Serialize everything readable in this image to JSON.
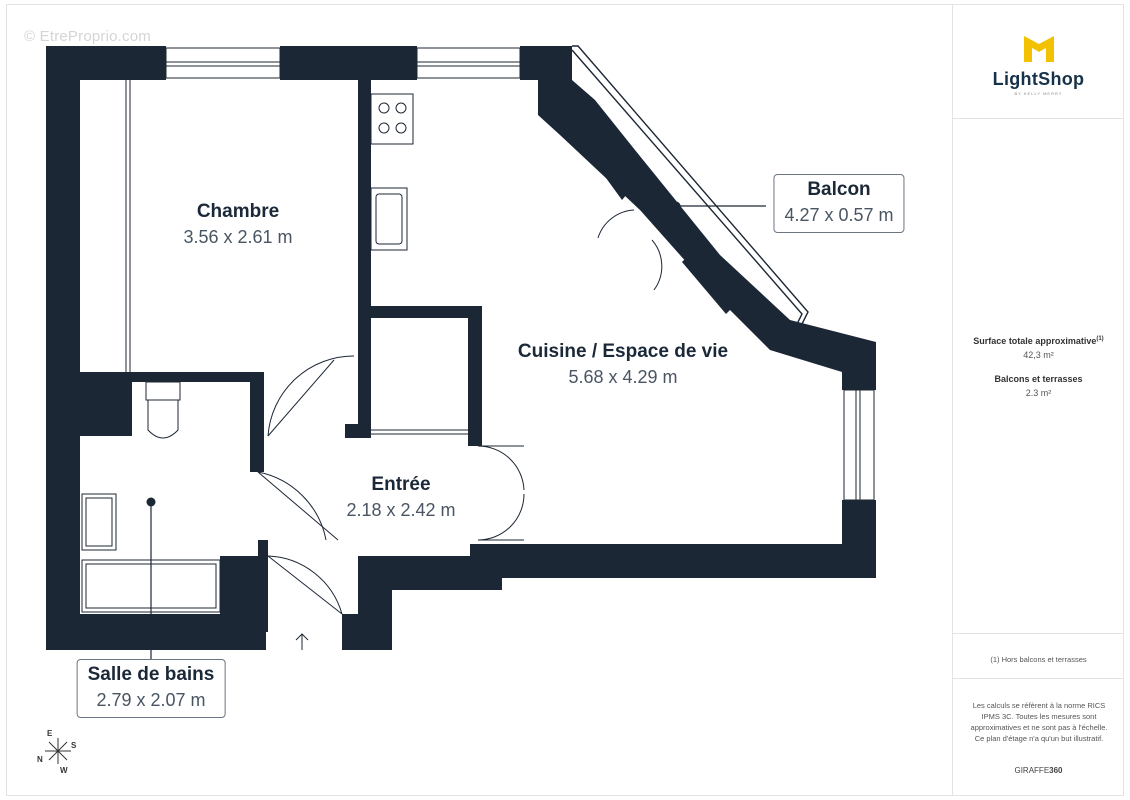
{
  "watermark": "© EtreProprio.com",
  "rooms": {
    "chambre": {
      "name": "Chambre",
      "dim": "3.56 x 2.61 m"
    },
    "cuisine": {
      "name": "Cuisine / Espace de vie",
      "dim": "5.68 x 4.29 m"
    },
    "entree": {
      "name": "Entrée",
      "dim": "2.18 x 2.42 m"
    },
    "balcon": {
      "name": "Balcon",
      "dim": "4.27 x 0.57 m"
    },
    "sdb": {
      "name": "Salle de bains",
      "dim": "2.79 x 2.07 m"
    }
  },
  "compass": {
    "n": "N",
    "s": "S",
    "e": "E",
    "w": "W"
  },
  "panel": {
    "logo_text": "LightShop",
    "logo_sub": "BY KELLY MERRY",
    "total_label": "Surface totale approximative",
    "total_sup": "(1)",
    "total_value": "42,3 m²",
    "balcony_label": "Balcons et terrasses",
    "balcony_value": "2.3 m²",
    "footnote": "(1) Hors balcons et terrasses",
    "disclaimer": "Les calculs se réfèrent à la norme RICS IPMS 3C. Toutes les mesures sont approximatives et ne sont pas à l'échelle. Ce plan d'étage n'a qu'un but illustratif.",
    "brand2_a": "GIRAFFE",
    "brand2_b": "360"
  },
  "colors": {
    "wall": "#1c2736",
    "accent": "#f2c200",
    "text": "#1b2838"
  }
}
